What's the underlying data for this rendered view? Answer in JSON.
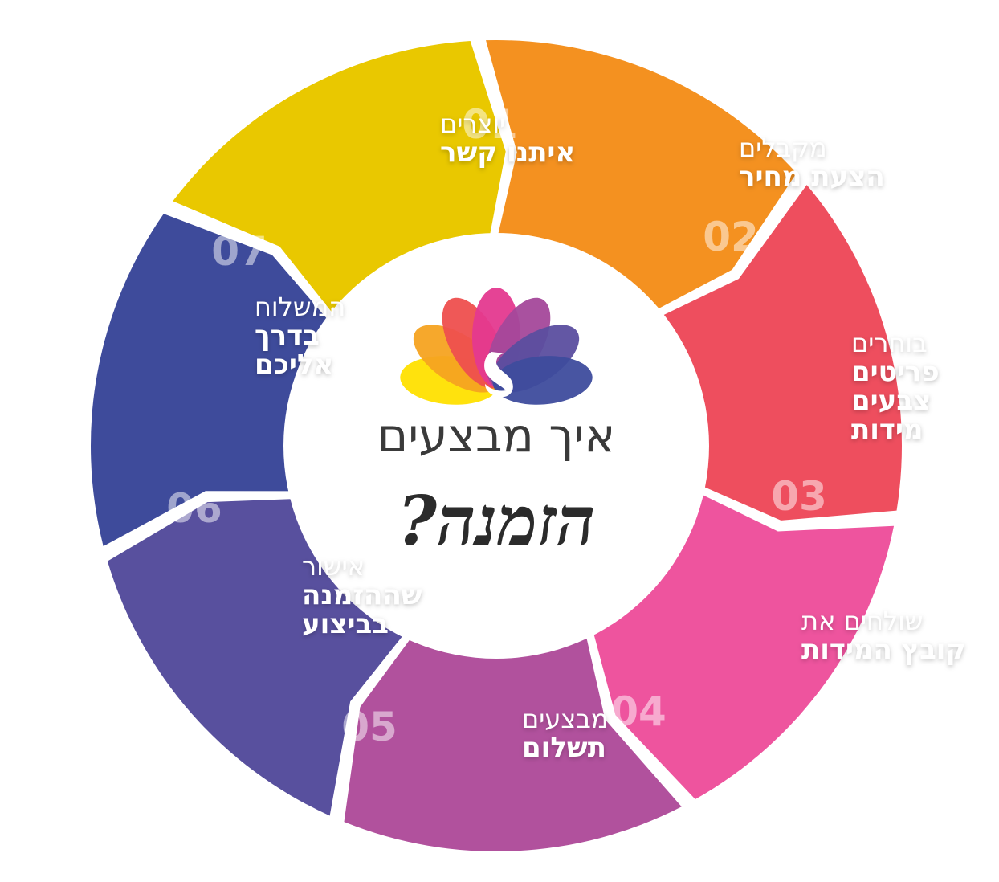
{
  "center": {
    "line1": "איך מבצעים",
    "line2": "הזמנה?"
  },
  "steps": [
    {
      "number": "01",
      "subtitle": "יוצרים",
      "title": [
        "איתנו קשר"
      ],
      "color": "#E9C800"
    },
    {
      "number": "02",
      "subtitle": "מקבלים",
      "title": [
        "הצעת מחיר"
      ],
      "color": "#F49120"
    },
    {
      "number": "03",
      "subtitle": "בוחרים",
      "title": [
        "פריטים",
        "צבעים",
        "מידות"
      ],
      "color": "#EE4E5E"
    },
    {
      "number": "04",
      "subtitle": "שולחים את",
      "title": [
        "קובץ המידות"
      ],
      "color": "#EE549E"
    },
    {
      "number": "05",
      "subtitle": "מבצעים",
      "title": [
        "תשלום"
      ],
      "color": "#B1519D"
    },
    {
      "number": "06",
      "subtitle": "אישור",
      "title": [
        "שההזמנה",
        "בביצוע"
      ],
      "color": "#58509E"
    },
    {
      "number": "07",
      "subtitle": "המשלוח",
      "title": [
        "בדרך",
        "אליכם"
      ],
      "color": "#3E4B9B"
    }
  ],
  "logo": {
    "feather_colors": [
      "#FFE000",
      "#F6A321",
      "#EE4F4E",
      "#E4398F",
      "#A4489A",
      "#5B4E9F",
      "#3E4C9D"
    ],
    "icon": "peacock-logo-icon"
  }
}
